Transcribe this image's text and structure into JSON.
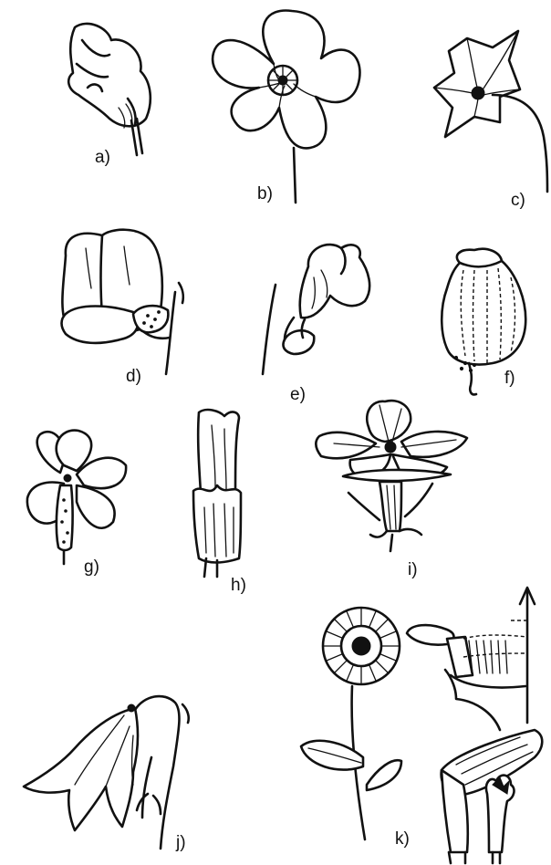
{
  "figure": {
    "labels": {
      "a": "a)",
      "b": "b)",
      "c": "c)",
      "d": "d)",
      "e": "e)",
      "f": "f)",
      "g": "g)",
      "h": "h)",
      "i": "i)",
      "j": "j)",
      "k": "k)"
    }
  }
}
